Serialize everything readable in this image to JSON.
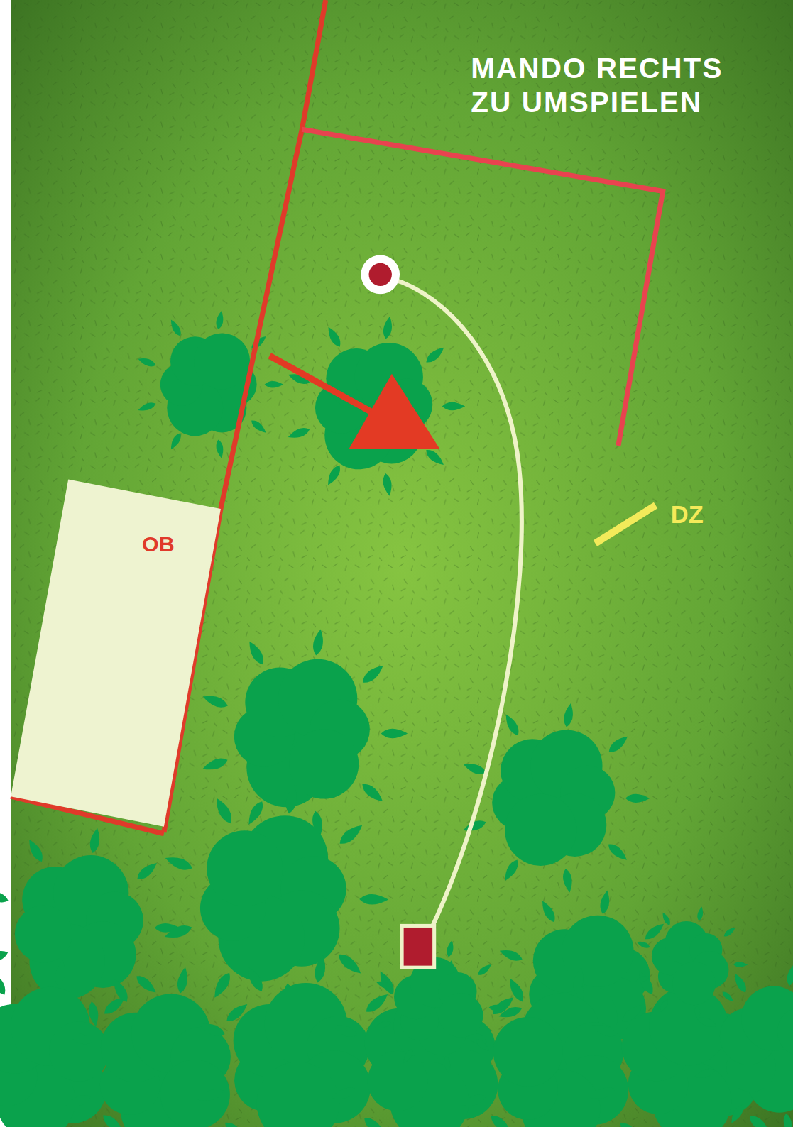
{
  "diagram": {
    "title": "MANDO RECHTS ZU UMSPIELEN",
    "nodes": [
      {
        "text": [
          "OB"
        ]
      }
    ],
    "labels": [
      "DZ"
    ]
  }
}
